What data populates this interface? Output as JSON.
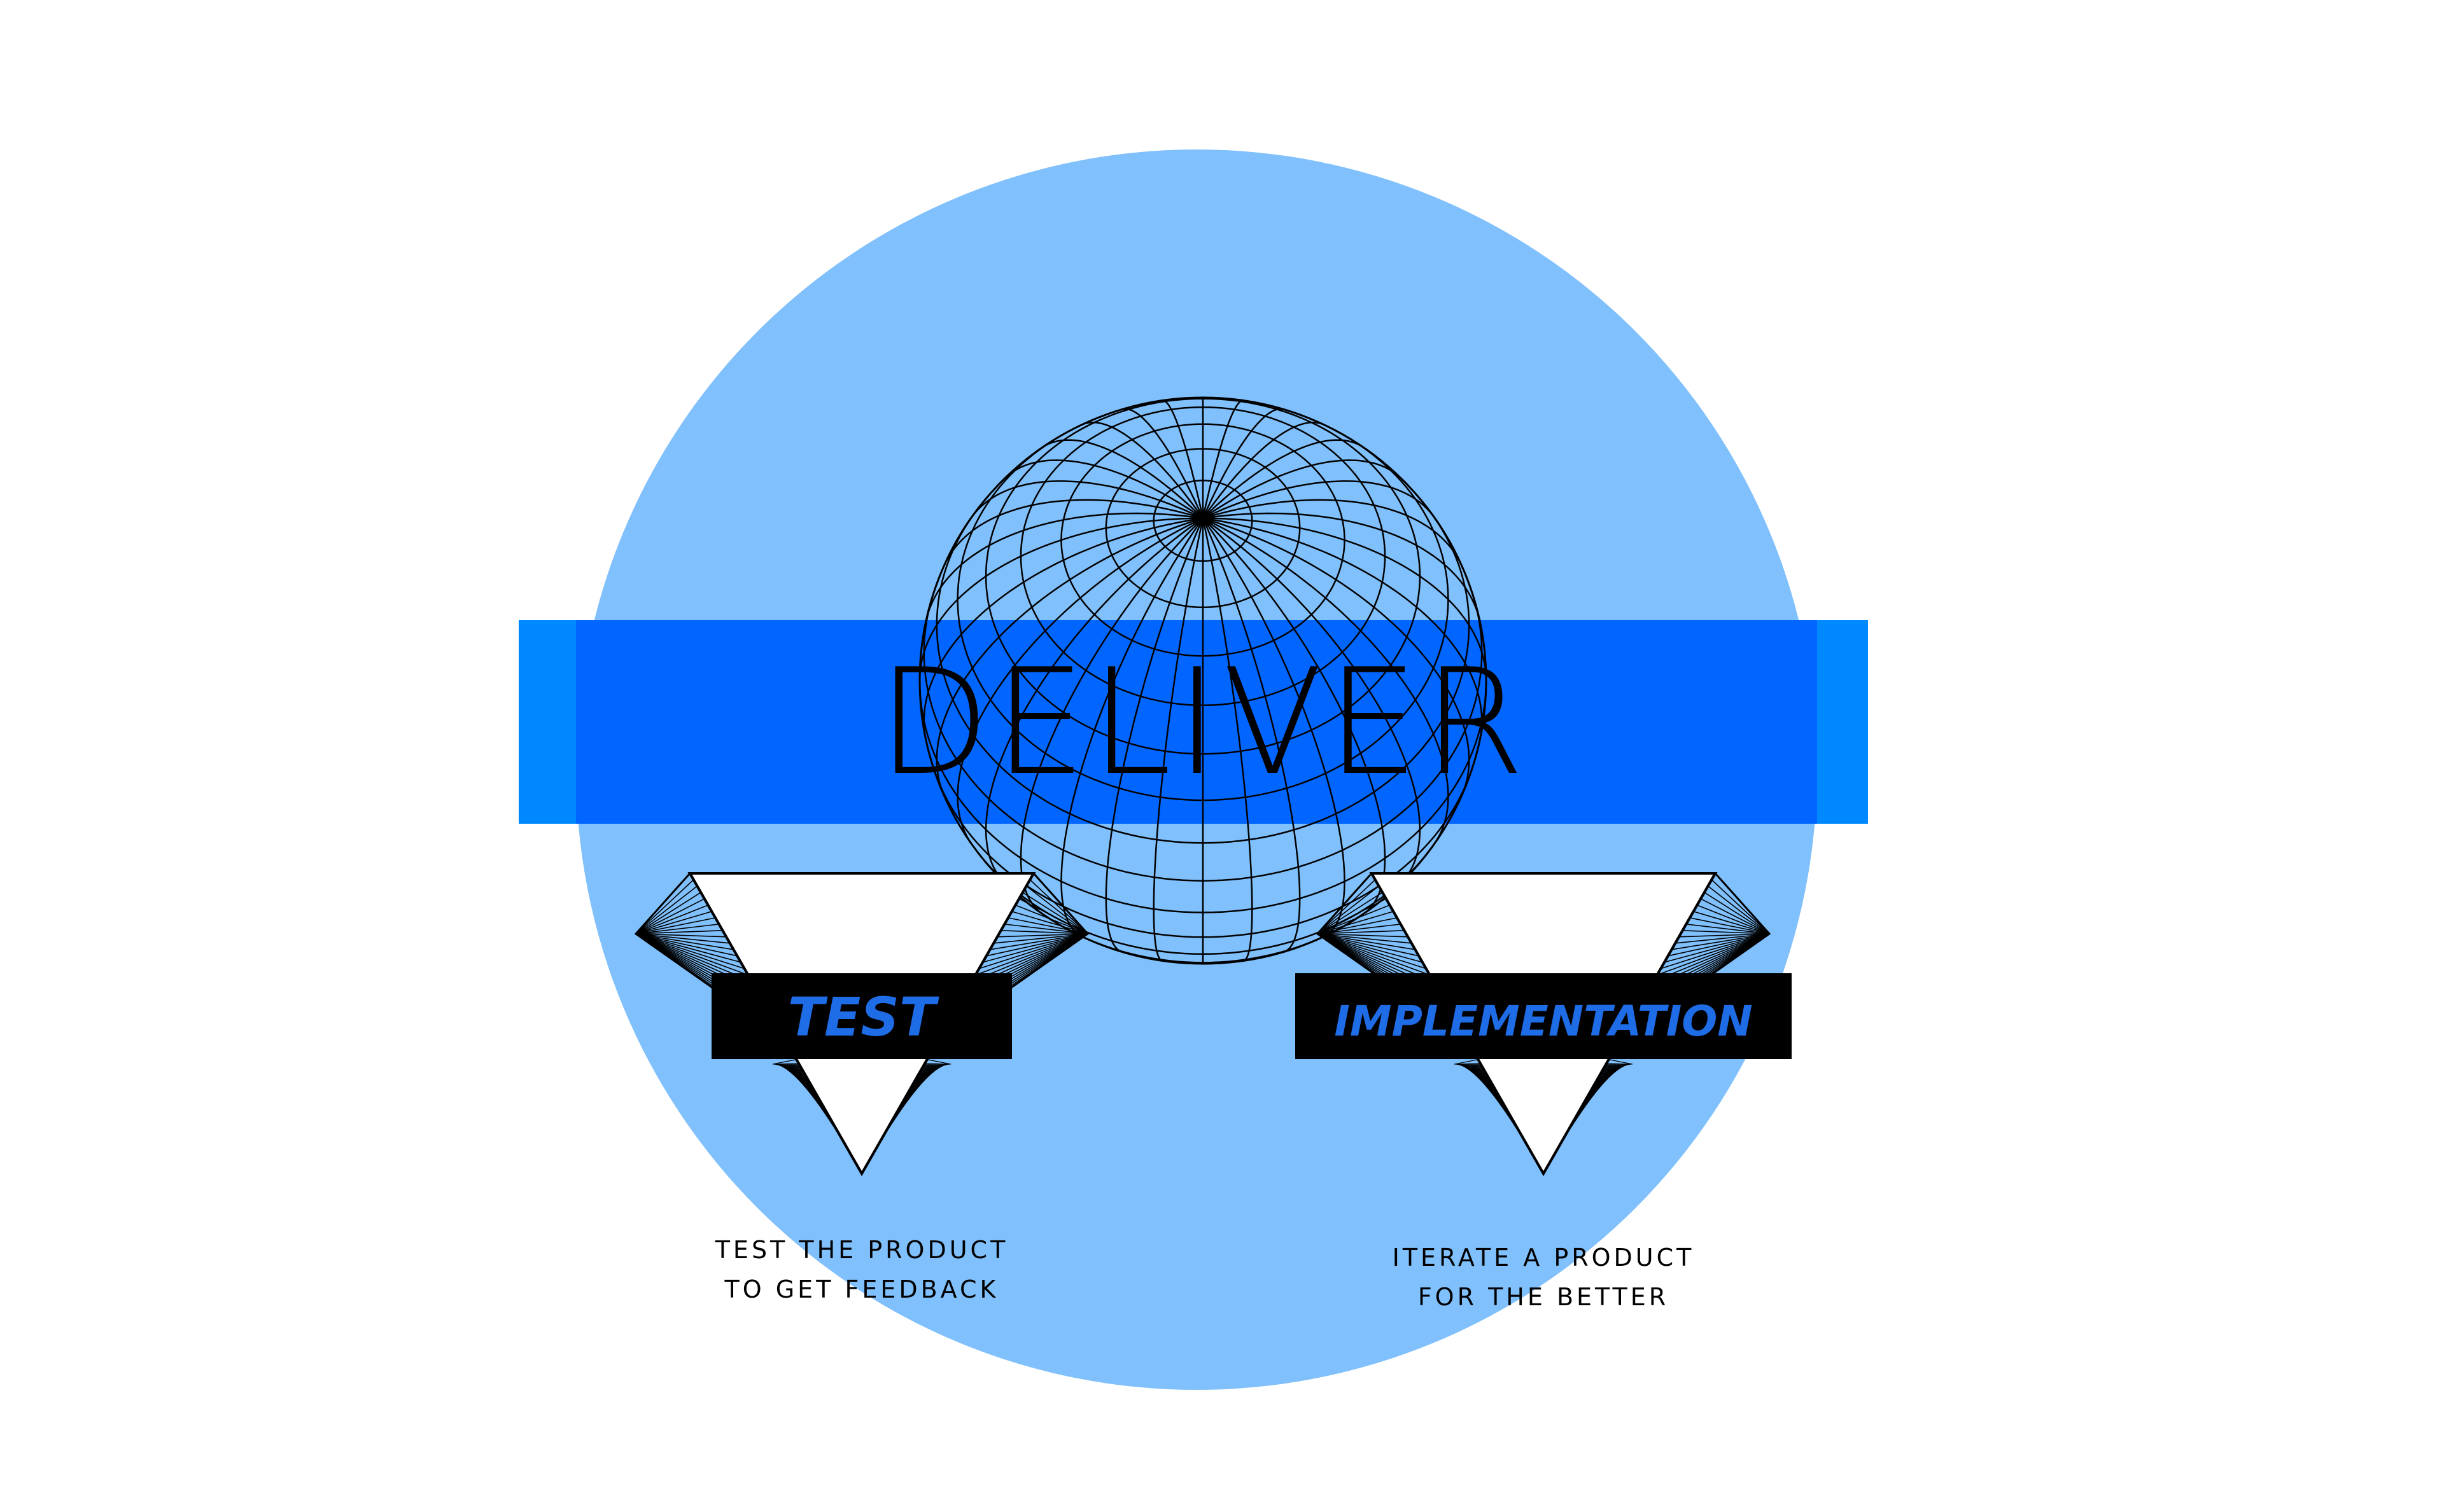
{
  "title": "DELIVER",
  "colors": {
    "circle": "#80C0FC",
    "band": "#0066FF",
    "band_light": "#0088FF",
    "label_bg": "#000000",
    "label_text": "#1E6CE6",
    "line": "#000000"
  },
  "cards": [
    {
      "label": "TEST",
      "caption_line1": "TEST THE PRODUCT",
      "caption_line2": "TO GET FEEDBACK"
    },
    {
      "label": "IMPLEMENTATION",
      "caption_line1": "ITERATE A PRODUCT",
      "caption_line2": "FOR THE BETTER"
    }
  ]
}
